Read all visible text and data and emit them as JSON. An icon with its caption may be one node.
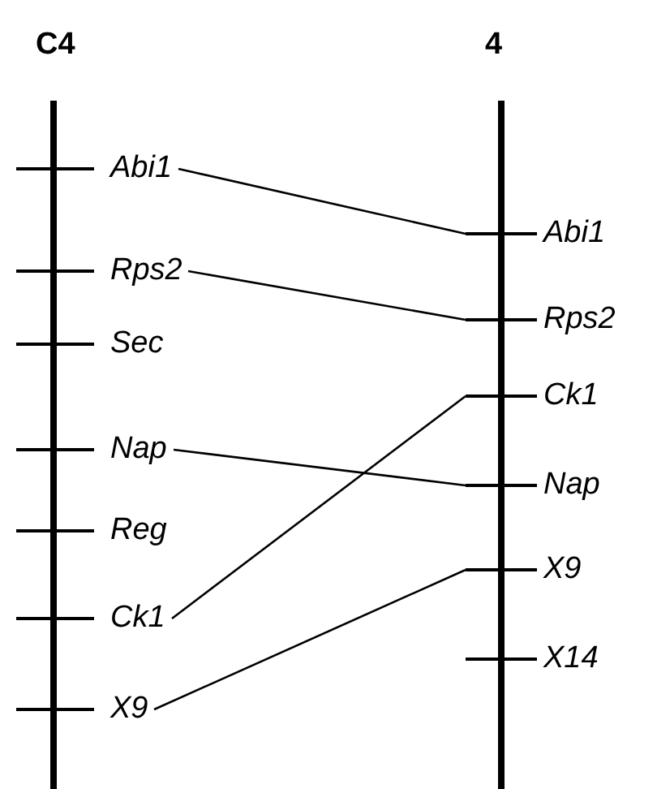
{
  "diagram": {
    "nodes": [
      {
        "text": [
          "Abi1"
        ]
      },
      {
        "text": [
          "Rps2"
        ]
      },
      {
        "text": [
          "Sec"
        ]
      },
      {
        "text": [
          "Nap"
        ]
      },
      {
        "text": [
          "Reg"
        ]
      },
      {
        "text": [
          "Ck1"
        ]
      },
      {
        "text": [
          "X9"
        ]
      },
      {
        "text": [
          "Abi1"
        ]
      },
      {
        "text": [
          "Rps2"
        ]
      },
      {
        "text": [
          "Ck1"
        ]
      },
      {
        "text": [
          "Nap"
        ]
      },
      {
        "text": [
          "X9"
        ]
      },
      {
        "text": [
          "X14"
        ]
      }
    ],
    "edges": [
      {
        "from": 0,
        "to": 7,
        "arrow": "none"
      },
      {
        "from": 1,
        "to": 8,
        "arrow": "none"
      },
      {
        "from": 3,
        "to": 10,
        "arrow": "none"
      },
      {
        "from": 5,
        "to": 9,
        "arrow": "none"
      },
      {
        "from": 6,
        "to": 11,
        "arrow": "none"
      }
    ],
    "labels": [
      "C4",
      "4"
    ]
  }
}
